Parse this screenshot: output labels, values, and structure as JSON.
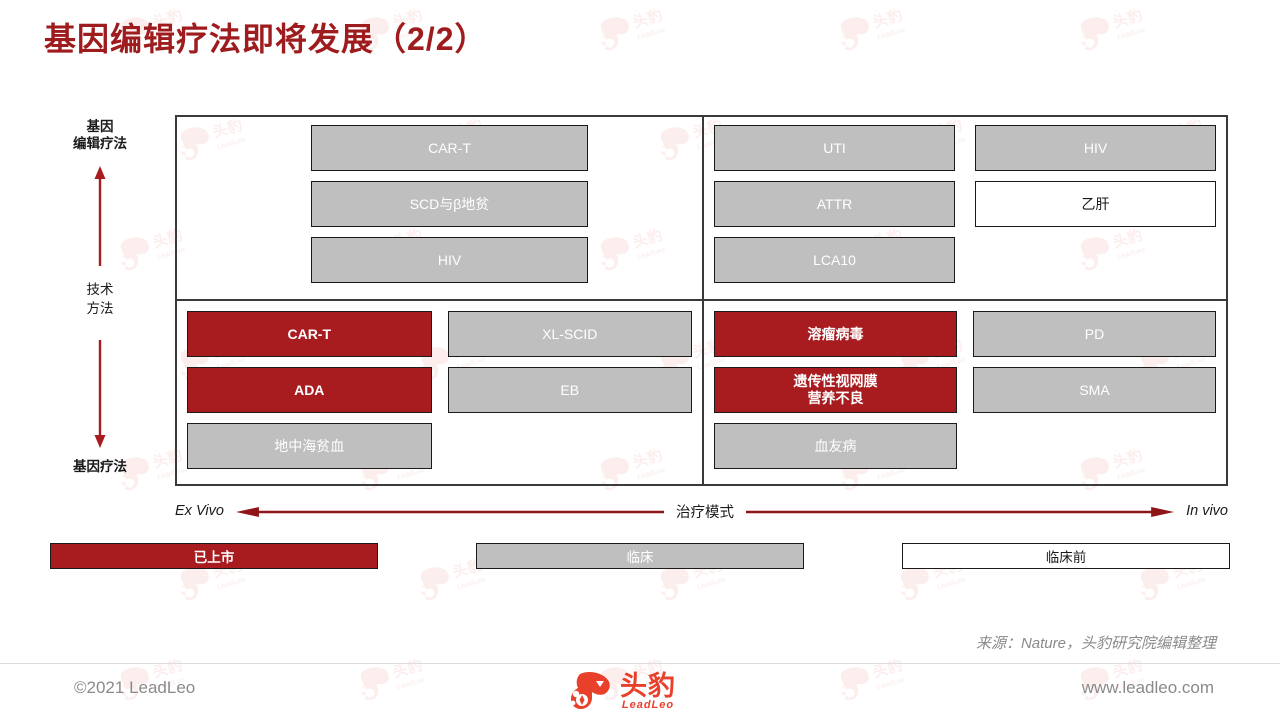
{
  "slide": {
    "title": "基因编辑疗法即将发展（2/2）",
    "accent_red": "#A81C20",
    "title_red": "#9E1B1E",
    "gray": "#BFBFBF",
    "logo_orange": "#E8402A"
  },
  "vertical_axis": {
    "top_label": "基因\n编辑疗法",
    "middle_label": "技术\n方法",
    "bottom_label": "基因疗法",
    "up_arrow_icon": "arrow-up-icon",
    "down_arrow_icon": "arrow-down-icon"
  },
  "horizontal_axis": {
    "left_label": "Ex Vivo",
    "center_label": "治疗模式",
    "right_label": "In vivo",
    "left_arrow_icon": "arrow-left-icon",
    "right_arrow_icon": "arrow-right-icon"
  },
  "matrix": {
    "top_left": {
      "columns": [
        {
          "cells": [
            {
              "label": "CAR-T",
              "status": "gray"
            },
            {
              "label": "SCD与β地贫",
              "status": "gray"
            },
            {
              "label": "HIV",
              "status": "gray"
            }
          ]
        }
      ]
    },
    "top_right": {
      "columns": [
        {
          "cells": [
            {
              "label": "UTI",
              "status": "gray"
            },
            {
              "label": "ATTR",
              "status": "gray"
            },
            {
              "label": "LCA10",
              "status": "gray"
            }
          ]
        },
        {
          "cells": [
            {
              "label": "HIV",
              "status": "gray"
            },
            {
              "label": "乙肝",
              "status": "white"
            }
          ]
        }
      ]
    },
    "bottom_left": {
      "columns": [
        {
          "cells": [
            {
              "label": "CAR-T",
              "status": "red"
            },
            {
              "label": "ADA",
              "status": "red"
            },
            {
              "label": "地中海贫血",
              "status": "gray"
            }
          ]
        },
        {
          "cells": [
            {
              "label": "XL-SCID",
              "status": "gray"
            },
            {
              "label": "EB",
              "status": "gray"
            }
          ]
        }
      ]
    },
    "bottom_right": {
      "columns": [
        {
          "cells": [
            {
              "label": "溶瘤病毒",
              "status": "red"
            },
            {
              "label": "遗传性视网膜\n营养不良",
              "status": "red"
            },
            {
              "label": "血友病",
              "status": "gray"
            }
          ]
        },
        {
          "cells": [
            {
              "label": "PD",
              "status": "gray"
            },
            {
              "label": "SMA",
              "status": "gray"
            }
          ]
        }
      ]
    }
  },
  "legend": {
    "items": [
      {
        "label": "已上市",
        "status": "red"
      },
      {
        "label": "临床",
        "status": "gray"
      },
      {
        "label": "临床前",
        "status": "white"
      }
    ]
  },
  "source": {
    "text": "来源：Nature，头豹研究院编辑整理"
  },
  "footer": {
    "copyright": "©2021 LeadLeo",
    "website": "www.leadleo.com",
    "brand_cn": "头豹",
    "brand_en": "LeadLeo",
    "logo_icon": "leopard-logo-icon"
  }
}
